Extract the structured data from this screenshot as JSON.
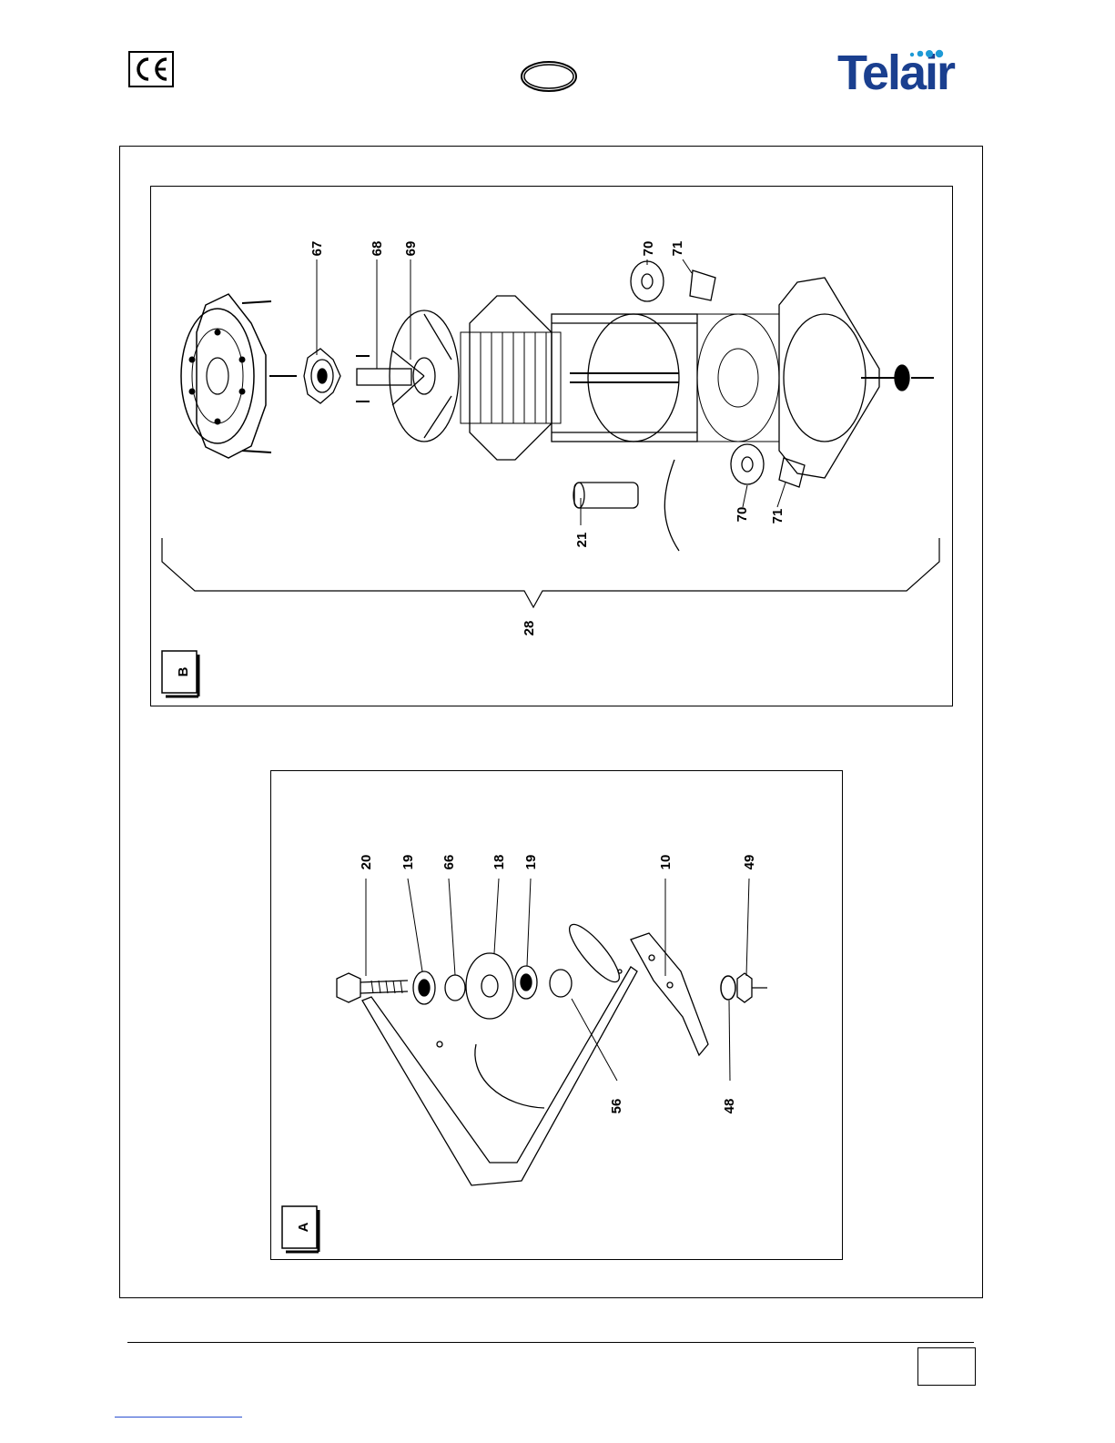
{
  "header": {
    "ce_mark_icon": "ce-mark",
    "oval_mark_icon": "oval-mark",
    "logo_text": "Telair",
    "logo_color": "#1a3f8f",
    "logo_dots_color": "#1e9ad6"
  },
  "panel_b": {
    "label": "B",
    "callouts": [
      "67",
      "68",
      "69",
      "70",
      "71",
      "70",
      "71",
      "21",
      "28"
    ]
  },
  "panel_a": {
    "label": "A",
    "callouts": [
      "20",
      "19",
      "66",
      "18",
      "19",
      "10",
      "49",
      "56",
      "48"
    ]
  },
  "footer": {
    "page_box_icon": "page-number-box",
    "link_color": "#2a4fd0"
  }
}
